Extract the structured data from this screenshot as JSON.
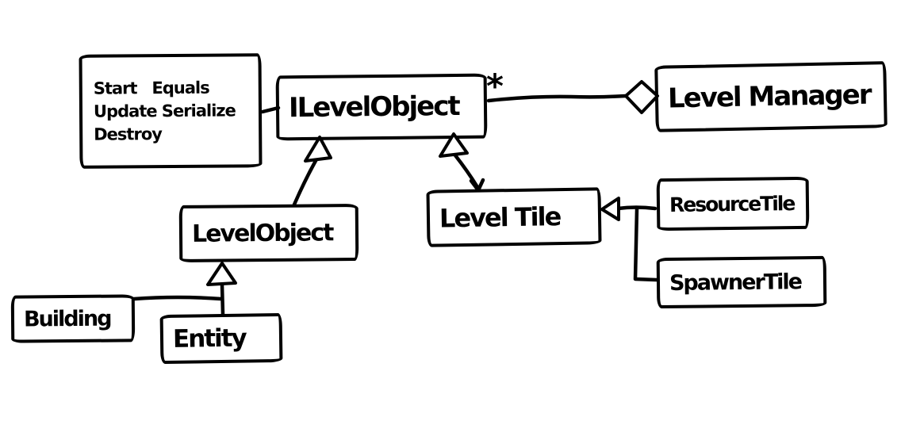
{
  "diagram": {
    "kind": "hand-drawn-uml-class-diagram",
    "colors": {
      "ink": "#000000",
      "background": "#ffffff"
    },
    "nodes": {
      "methods_box": {
        "lines": [
          "Start   Equals",
          "Update Serialize",
          "Destroy"
        ]
      },
      "ilevelobject": {
        "label": "ILevelObject"
      },
      "levelmanager": {
        "label": "Level Manager"
      },
      "levelobject": {
        "label": "LevelObject"
      },
      "leveltile": {
        "label": "Level Tile"
      },
      "resourcetile": {
        "label": "ResourceTile"
      },
      "spawnertile": {
        "label": "SpawnerTile"
      },
      "building": {
        "label": "Building"
      },
      "entity": {
        "label": "Entity"
      }
    },
    "multiplicity_star": "*",
    "edges": [
      {
        "from": "methods_box",
        "to": "ilevelobject",
        "type": "attachment"
      },
      {
        "from": "ilevelobject",
        "to": "levelmanager",
        "type": "aggregation",
        "multiplicity": "*"
      },
      {
        "from": "levelobject",
        "to": "ilevelobject",
        "type": "generalization"
      },
      {
        "from": "leveltile",
        "to": "ilevelobject",
        "type": "generalization"
      },
      {
        "from": "resourcetile",
        "to": "leveltile",
        "type": "generalization"
      },
      {
        "from": "spawnertile",
        "to": "leveltile",
        "type": "generalization"
      },
      {
        "from": "building",
        "to": "levelobject",
        "type": "generalization"
      },
      {
        "from": "entity",
        "to": "levelobject",
        "type": "generalization"
      }
    ]
  }
}
